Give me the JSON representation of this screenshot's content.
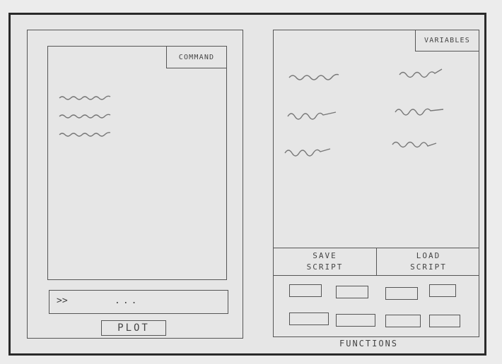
{
  "command_panel": {
    "tab_label": "COMMAND",
    "prompt_symbol": ">>",
    "prompt_placeholder": "...",
    "plot_label": "PLOT"
  },
  "variables_panel": {
    "tab_label": "VARIABLES",
    "save_script_line1": "SAVE",
    "save_script_line2": "SCRIPT",
    "load_script_line1": "LOAD",
    "load_script_line2": "SCRIPT"
  },
  "functions_label": "FUNCTIONS"
}
